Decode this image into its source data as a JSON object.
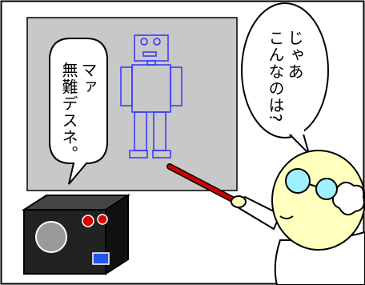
{
  "speech": {
    "robot_line1": "マァ",
    "robot_line2": "無難デスネ。",
    "doctor_line1": "じゃあ",
    "doctor_line2": "こんなのは?"
  },
  "colors": {
    "board": "#c8c8c8",
    "outline": "#000000",
    "drawing": "#3333ff",
    "pointer": "#cc0000",
    "doctor_head": "#ffffbe",
    "glasses": "#a0f0ff",
    "robot_body": "#222222",
    "robot_eye": "#dd0000",
    "robot_mouth": "#2255ee",
    "lens": "#999999"
  }
}
